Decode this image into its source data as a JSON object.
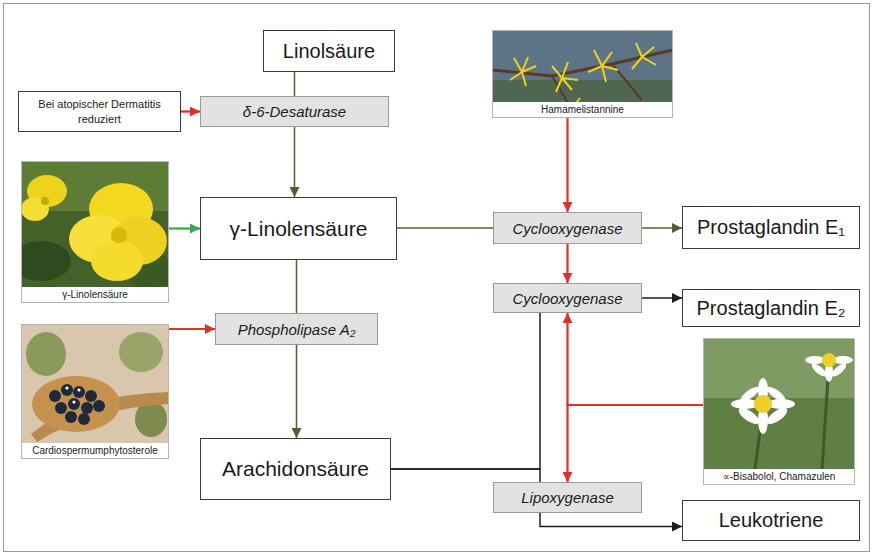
{
  "diagram": {
    "nodes": [
      {
        "text": [
          "Linolsäure"
        ]
      },
      {
        "text": [
          "Bei atopischer Dermatitis reduziert"
        ]
      },
      {
        "text": [
          "δ-6-Desaturase"
        ]
      },
      {
        "text": [
          "γ-Linolensäure"
        ]
      },
      {
        "text": [
          "γ-Linolensäure"
        ]
      },
      {
        "text": [
          "Cardiospermumphytosterole"
        ]
      },
      {
        "text": [
          "Phospholipase A₂"
        ]
      },
      {
        "text": [
          "Arachidonsäure"
        ]
      },
      {
        "text": [
          "Hamamelistannine"
        ]
      },
      {
        "text": [
          "Cyclooxygenase"
        ]
      },
      {
        "text": [
          "Prostaglandin E₁"
        ]
      },
      {
        "text": [
          "Cyclooxygenase"
        ]
      },
      {
        "text": [
          "Prostaglandin E₂"
        ]
      },
      {
        "text": [
          "∝-Bisabolol, Chamazulen"
        ]
      },
      {
        "text": [
          "Lipoxygenase"
        ]
      },
      {
        "text": [
          "Leukotriene"
        ]
      }
    ],
    "edges": [
      {
        "from": 0,
        "to": 2,
        "arrow": "none"
      },
      {
        "from": 2,
        "to": 3,
        "arrow": "to"
      },
      {
        "from": 1,
        "to": 2,
        "arrow": "to"
      },
      {
        "from": 4,
        "to": 3,
        "arrow": "to"
      },
      {
        "from": 3,
        "to": 6,
        "arrow": "none"
      },
      {
        "from": 6,
        "to": 7,
        "arrow": "to"
      },
      {
        "from": 5,
        "to": 6,
        "arrow": "to"
      },
      {
        "from": 3,
        "to": 9,
        "arrow": "none"
      },
      {
        "from": 9,
        "to": 10,
        "arrow": "to"
      },
      {
        "from": 8,
        "to": 9,
        "arrow": "to"
      },
      {
        "from": 9,
        "to": 11,
        "arrow": "to"
      },
      {
        "from": 11,
        "to": 12,
        "arrow": "to"
      },
      {
        "from": 7,
        "to": 11,
        "arrow": "none"
      },
      {
        "from": 7,
        "to": 14,
        "arrow": "none"
      },
      {
        "from": 14,
        "to": 15,
        "arrow": "to"
      },
      {
        "from": 13,
        "to": 11,
        "arrow": "to"
      },
      {
        "from": 13,
        "to": 14,
        "arrow": "to"
      }
    ]
  }
}
